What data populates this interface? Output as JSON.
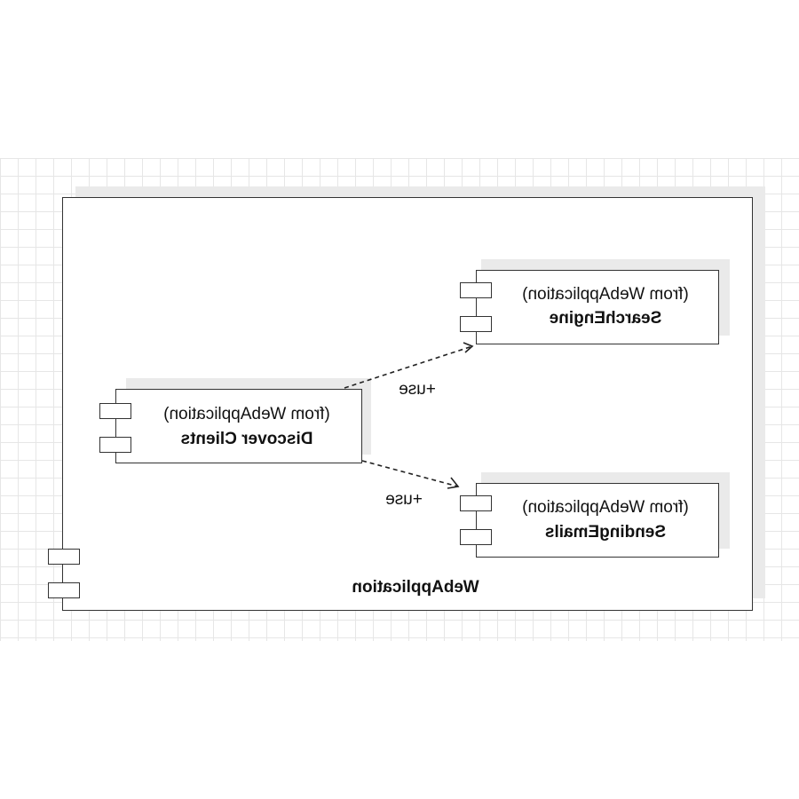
{
  "diagram": {
    "container": {
      "name": "WebApplication"
    },
    "components": [
      {
        "id": "discover",
        "scope": "(from WebApplication)",
        "name": "Discover Clients"
      },
      {
        "id": "search",
        "scope": "(from WebApplication)",
        "name": "SearchEngine"
      },
      {
        "id": "emails",
        "scope": "(from WebApplication)",
        "name": "SendingEmails"
      }
    ],
    "dependencies": [
      {
        "from": "Discover Clients",
        "to": "SearchEngine",
        "label": "+use"
      },
      {
        "from": "Discover Clients",
        "to": "SendingEmails",
        "label": "+use"
      }
    ],
    "colors": {
      "stroke": "#333333",
      "shadow": "#eaeaea",
      "grid": "#e6e6e6",
      "background": "#ffffff"
    }
  }
}
